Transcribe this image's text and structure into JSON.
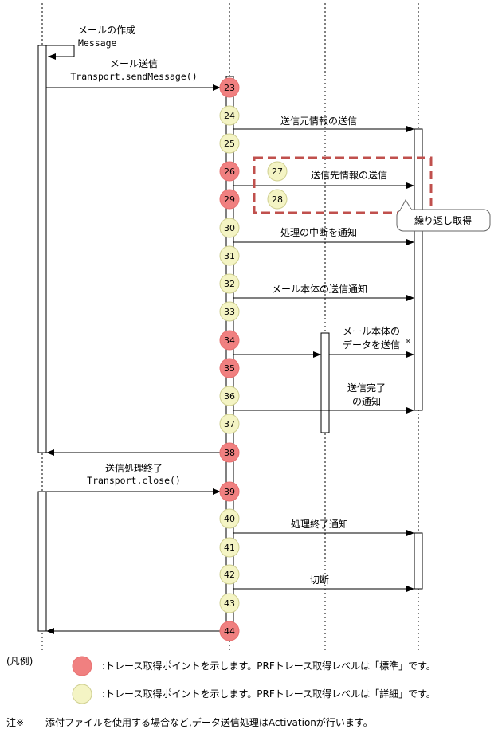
{
  "colors": {
    "standard_fill": "#f08080",
    "standard_stroke": "#e87070",
    "detail_fill": "#f4f4c4",
    "detail_stroke": "#cfcf90",
    "dash_box": "#c0504d"
  },
  "messages": {
    "create_mail": "メールの作成",
    "create_mail_code": "Message",
    "send_mail": "メール送信",
    "send_mail_code": "Transport.sendMessage()",
    "send_from": "送信元情報の送信",
    "send_to": "送信先情報の送信",
    "repeat_note": "繰り返し取得",
    "abort_notice": "処理の中断を通知",
    "body_notice": "メール本体の送信通知",
    "body_data_1": "メール本体の",
    "body_data_2": "データを送信",
    "body_data_mark": "※",
    "complete_1": "送信完了",
    "complete_2": "の通知",
    "end_process": "送信処理終了",
    "end_process_code": "Transport.close()",
    "end_notice": "処理終了通知",
    "disconnect": "切断"
  },
  "points": [
    {
      "n": "23",
      "type": "standard"
    },
    {
      "n": "24",
      "type": "detail"
    },
    {
      "n": "25",
      "type": "detail"
    },
    {
      "n": "26",
      "type": "standard"
    },
    {
      "n": "27",
      "type": "detail"
    },
    {
      "n": "28",
      "type": "detail"
    },
    {
      "n": "29",
      "type": "standard"
    },
    {
      "n": "30",
      "type": "detail"
    },
    {
      "n": "31",
      "type": "detail"
    },
    {
      "n": "32",
      "type": "detail"
    },
    {
      "n": "33",
      "type": "detail"
    },
    {
      "n": "34",
      "type": "standard"
    },
    {
      "n": "35",
      "type": "standard"
    },
    {
      "n": "36",
      "type": "detail"
    },
    {
      "n": "37",
      "type": "detail"
    },
    {
      "n": "38",
      "type": "standard"
    },
    {
      "n": "39",
      "type": "standard"
    },
    {
      "n": "40",
      "type": "detail"
    },
    {
      "n": "41",
      "type": "detail"
    },
    {
      "n": "42",
      "type": "detail"
    },
    {
      "n": "43",
      "type": "detail"
    },
    {
      "n": "44",
      "type": "standard"
    }
  ],
  "legend": {
    "title": "(凡例)",
    "standard": ":トレース取得ポイントを示します。PRFトレース取得レベルは「標準」です。",
    "detail": ":トレース取得ポイントを示します。PRFトレース取得レベルは「詳細」です。"
  },
  "footnote": {
    "mark": "注※",
    "text": "添付ファイルを使用する場合など,データ送信処理はActivationが行います。"
  }
}
